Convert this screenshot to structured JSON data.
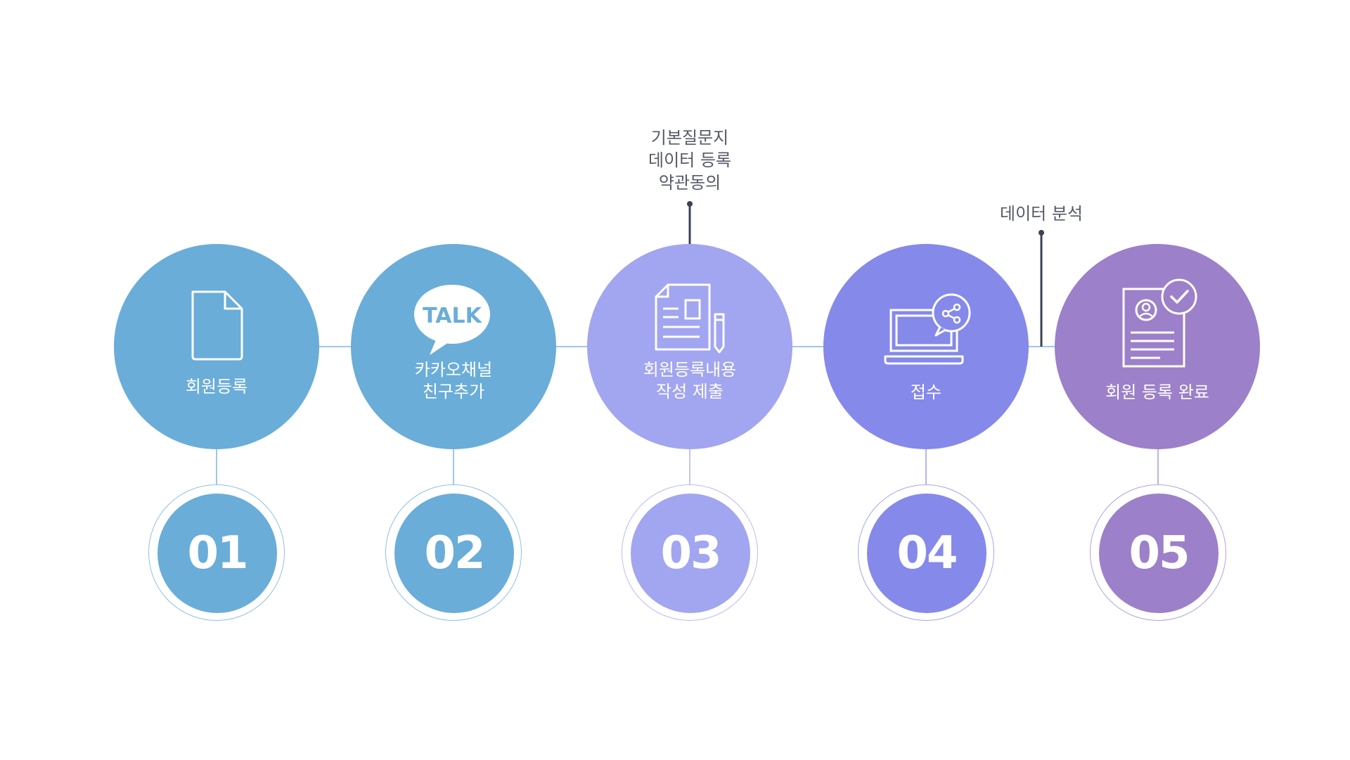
{
  "colors": {
    "step1": "#6aadd8",
    "step2": "#6aadd8",
    "step3": "#a2a5ef",
    "step4": "#8589ea",
    "step5": "#9c80c9",
    "connector": "#3b4353"
  },
  "steps": [
    {
      "number": "01",
      "label": "회원등록",
      "icon": "document-icon"
    },
    {
      "number": "02",
      "label": "카카오채널\n친구추가",
      "icon": "kakao-talk-icon"
    },
    {
      "number": "03",
      "label": "회원등록내용\n작성 제출",
      "icon": "form-pencil-icon"
    },
    {
      "number": "04",
      "label": "접수",
      "icon": "laptop-share-icon"
    },
    {
      "number": "05",
      "label": "회원 등록 완료",
      "icon": "profile-document-check-icon"
    }
  ],
  "talk_text": "TALK",
  "annotations": [
    {
      "text": "기본질문지\n데이터 등록\n약관동의"
    },
    {
      "text": "데이터 분석"
    }
  ]
}
